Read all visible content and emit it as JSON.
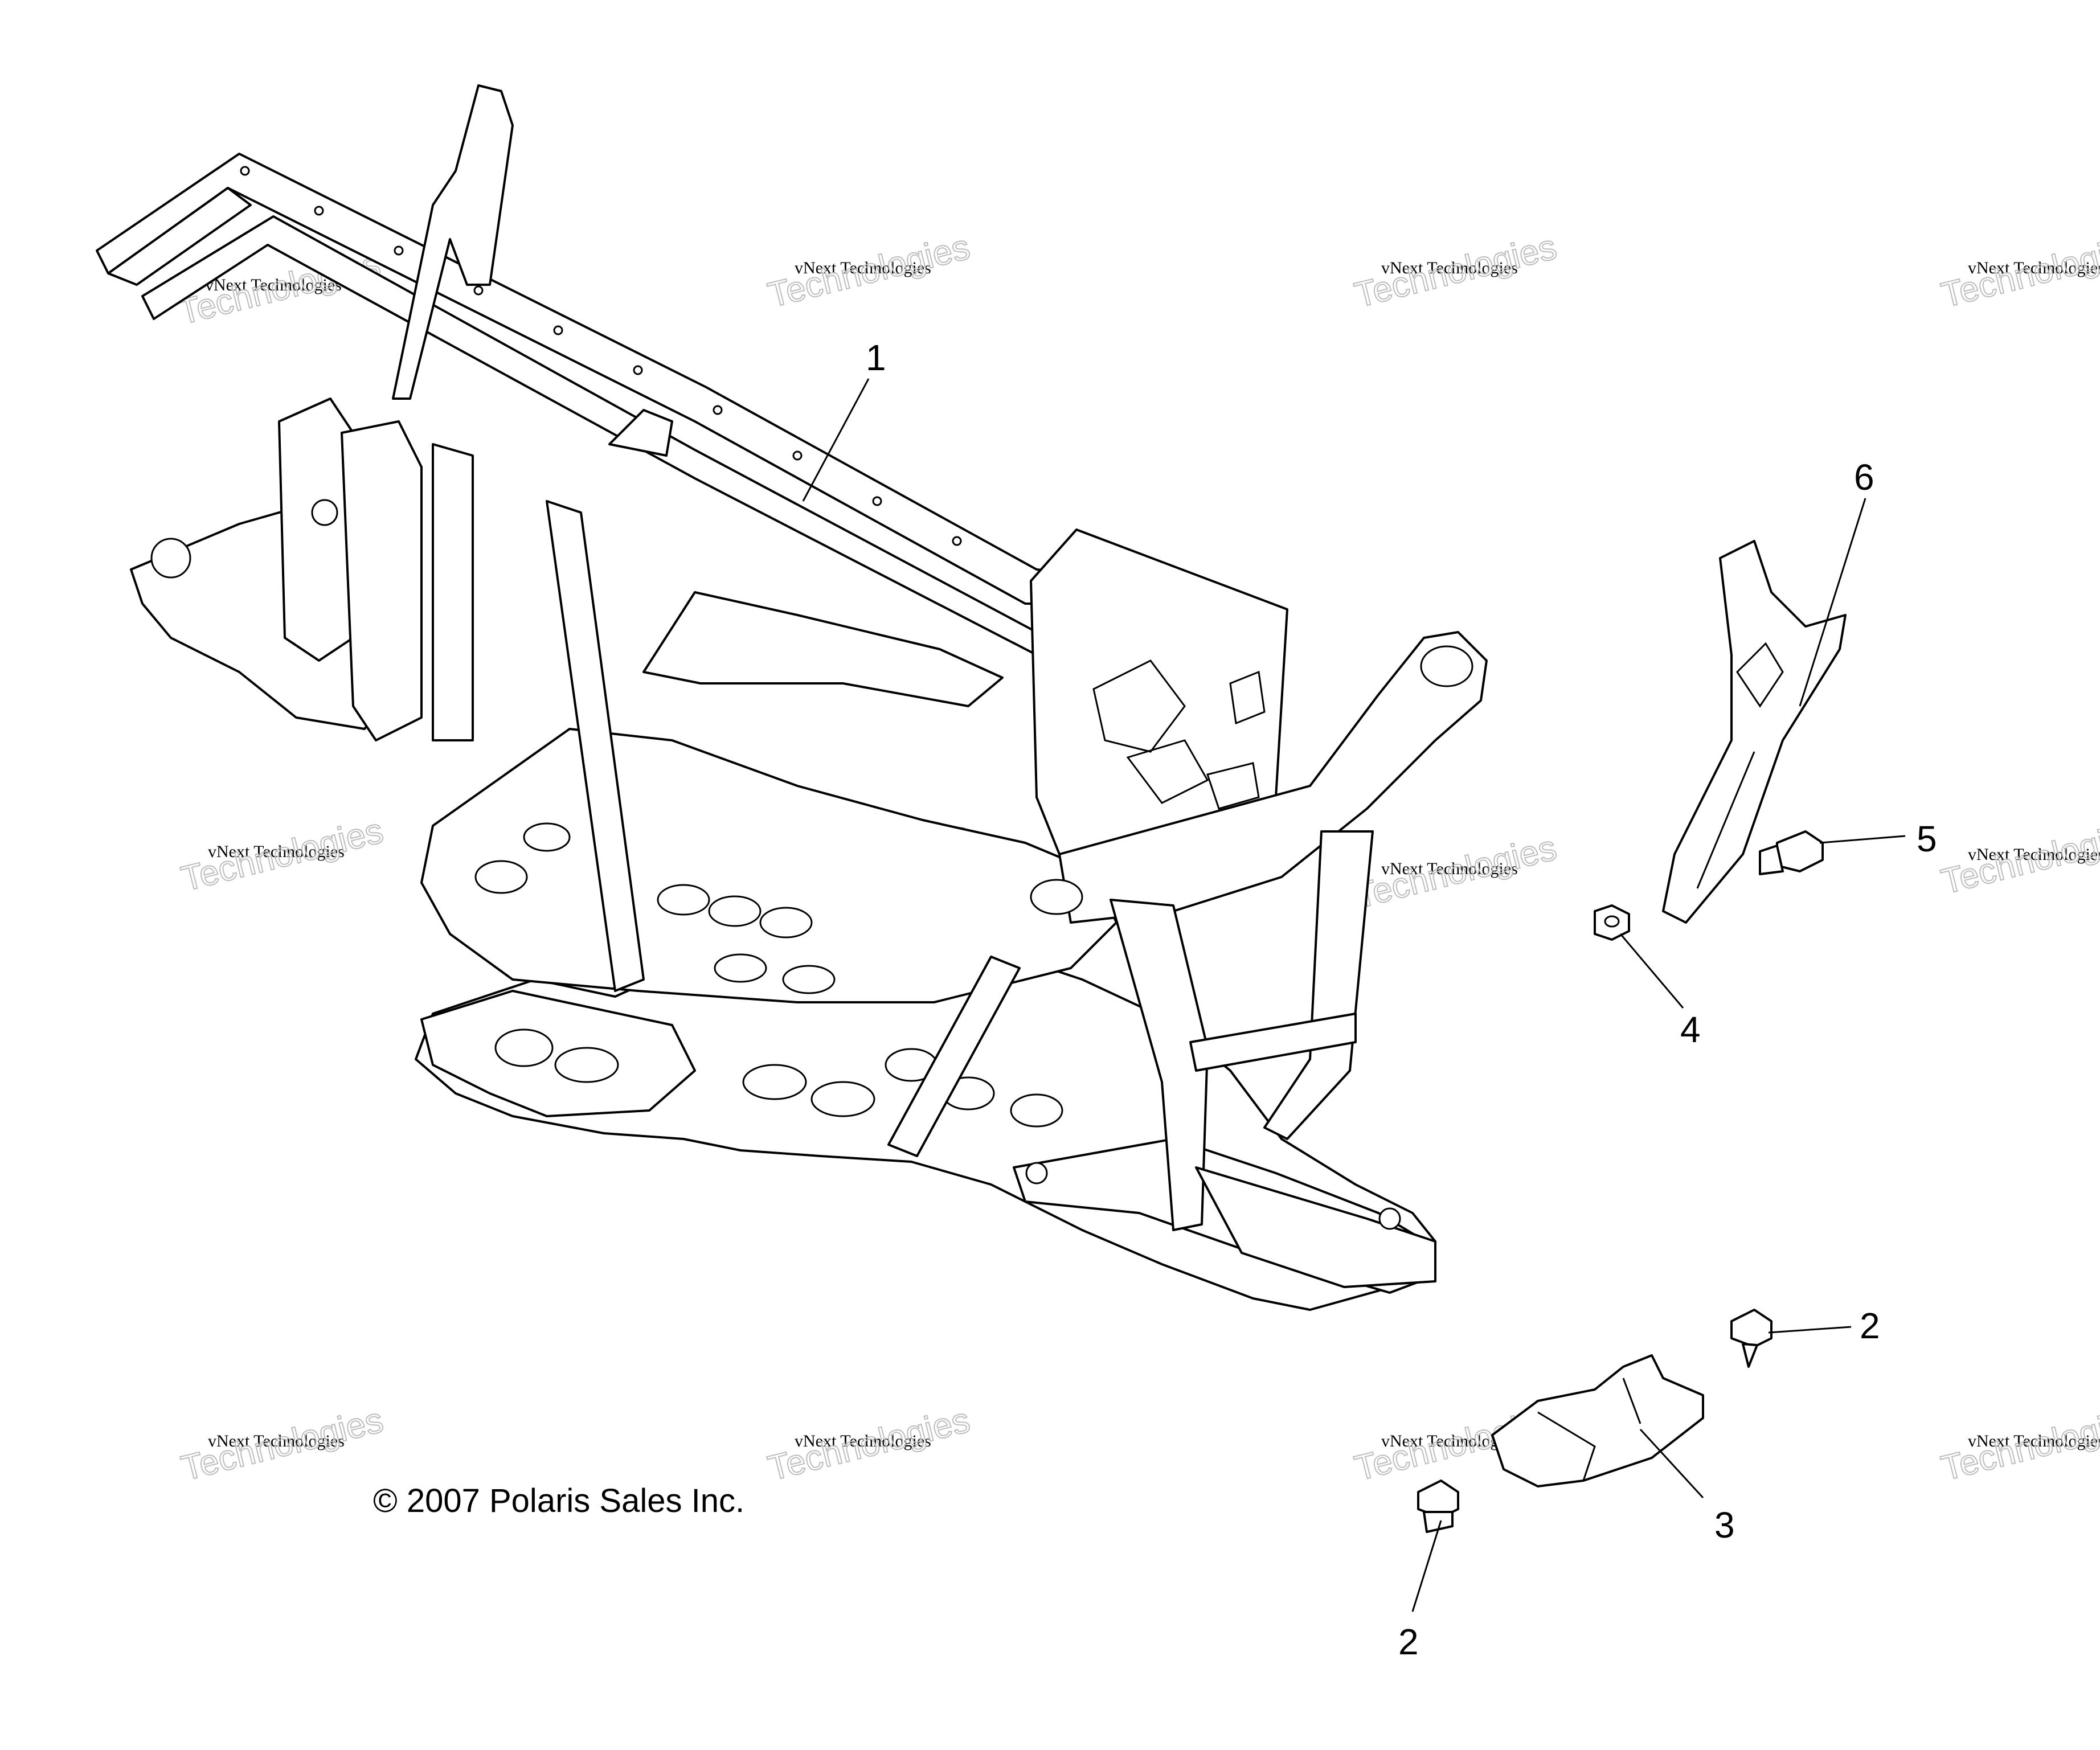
{
  "copyright": "© 2007 Polaris Sales Inc.",
  "watermark": {
    "line1": "vNext Technologies",
    "line2": "Technologies"
  },
  "callouts": [
    {
      "id": "1",
      "label": "1"
    },
    {
      "id": "2a",
      "label": "2"
    },
    {
      "id": "2b",
      "label": "2"
    },
    {
      "id": "3",
      "label": "3"
    },
    {
      "id": "4",
      "label": "4"
    },
    {
      "id": "5",
      "label": "5"
    },
    {
      "id": "6",
      "label": "6"
    }
  ]
}
